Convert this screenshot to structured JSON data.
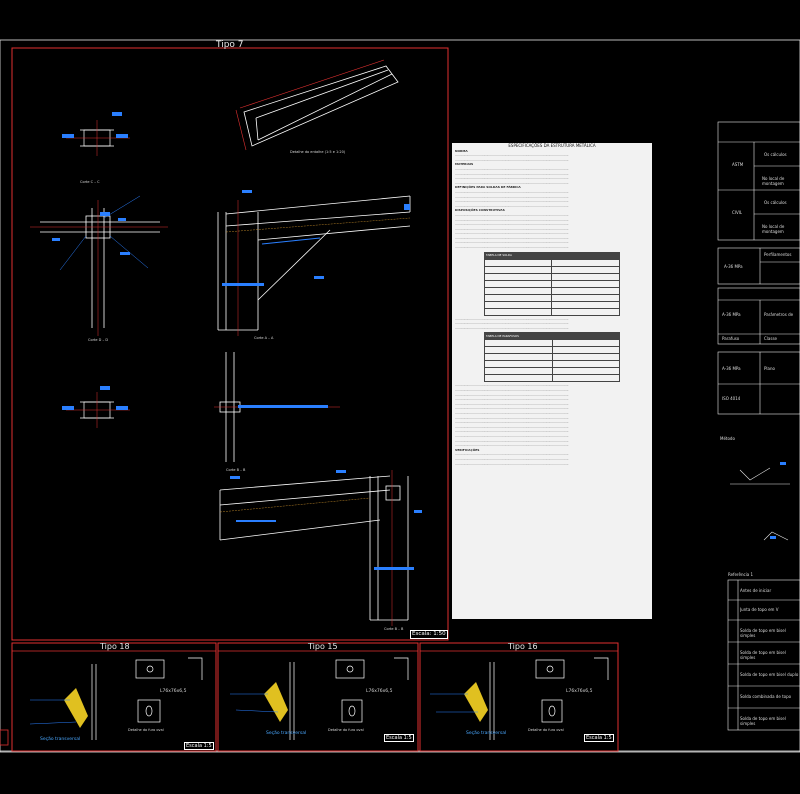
{
  "drawing": {
    "main_title": "Tipo 7",
    "main_scale": "Escala: 1:50",
    "views": {
      "corte_c": "Corte C – C",
      "corte_a": "Corte A – A",
      "corte_b": "Corte B – B",
      "corte_d": "Corte D – D",
      "det_furo": "Detalhe do entalhe (1:5 e 1:20)"
    },
    "details": [
      {
        "title": "Tipo 18",
        "scale": "Escala 1:5",
        "secao": "Seção transversal",
        "furo": "Detalhe do furo oval",
        "dim": "L76x76x6,5"
      },
      {
        "title": "Tipo 15",
        "scale": "Escala 1:5",
        "secao": "Seção transversal",
        "furo": "Detalhe do furo oval",
        "dim": "L76x76x6,5"
      },
      {
        "title": "Tipo 16",
        "scale": "Escala 1:5",
        "secao": "Seção transversal",
        "furo": "Detalhe do furo oval",
        "dim": "L76x76x6,5"
      }
    ]
  },
  "notes": {
    "heading": "ESPECIFICAÇÕES DA ESTRUTURA METÁLICA",
    "sections": [
      "NORMA",
      "MATERIAIS",
      "DEFINIÇÕES PARA SOLDAS DE FÁBRICA",
      "DISPOSIÇÕES CONSTRUTIVAS",
      "VERIFICAÇÕES"
    ],
    "table1_header": "TABELA DE SOLDA",
    "table2_header": "TABELA DE PARAFUSOS"
  },
  "right_panel": {
    "row_labels": [
      "ASTM",
      "CIVIL",
      "A-36 MPa",
      "A-36 MPa",
      "Parafuso",
      "A-36 MPa",
      "ISO 4014",
      "Método"
    ],
    "cell_labels": [
      "Os cálculos",
      "No local de montagem",
      "Os cálculos",
      "No local de montagem",
      "Perfilamentos",
      "Parâmetros de",
      "Classe",
      "Plano"
    ],
    "sub_label": "Referência 1",
    "list_labels": [
      "Antes de iniciar",
      "Junta de topo em V",
      "Solda de topo em bisel simples",
      "Solda de topo em bisel simples",
      "Solda de topo em bisel duplo",
      "Solda combinada de topo",
      "Solda de topo em bisel simples"
    ]
  }
}
